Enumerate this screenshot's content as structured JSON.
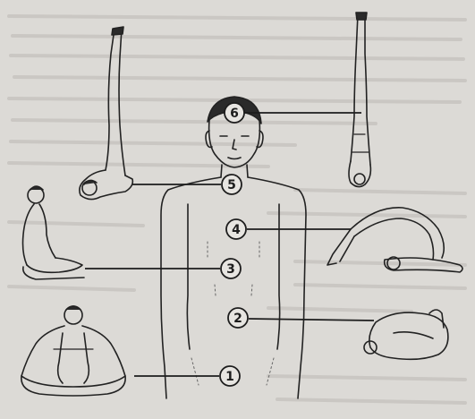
{
  "diagram": {
    "markers": [
      {
        "label": "1",
        "pose": "lotus-seated"
      },
      {
        "label": "2",
        "pose": "child-pose"
      },
      {
        "label": "3",
        "pose": "kneeling-side"
      },
      {
        "label": "4",
        "pose": "plough-pose"
      },
      {
        "label": "5",
        "pose": "headstand-left"
      },
      {
        "label": "6",
        "pose": "headstand-right"
      }
    ]
  },
  "colors": {
    "paper": "#dcdad6",
    "ink": "#1d1d1d",
    "faded_text": "#b7b4b0"
  }
}
